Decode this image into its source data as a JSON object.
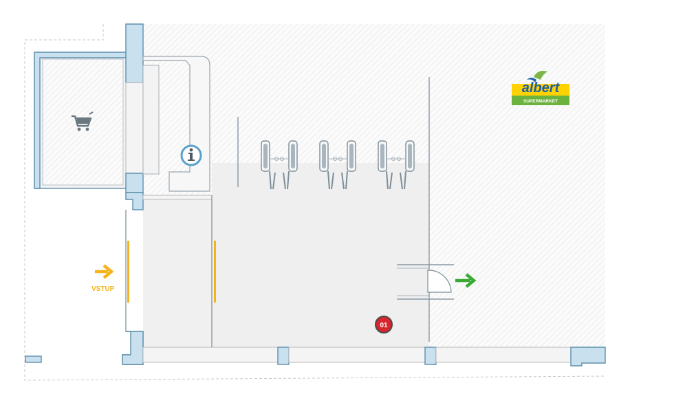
{
  "map": {
    "entrance_label": "VSTUP",
    "store_number": "01",
    "store_brand": {
      "name": "albert",
      "subtitle": "SUPERMARKET",
      "colors": {
        "green": "#6cb33e",
        "blue": "#1e5fa9",
        "yellow": "#ffd200",
        "leaf_green": "#7ab648"
      }
    },
    "icons": [
      "shopping-cart-icon",
      "info-icon",
      "entrance-arrow-icon",
      "exit-arrow-icon",
      "security-gate-icon",
      "door-swing-icon"
    ],
    "colors": {
      "wall_fill": "#c9e0ee",
      "wall_stroke": "#5d8fac",
      "entrance_arrow": "#f5b41b",
      "entrance_door": "#f5b41b",
      "exit_arrow": "#3aaa35",
      "store_badge": "#d7262e",
      "info_ring": "#5aa0cc",
      "floor": "#efefef",
      "hatch": "#f6f6f6"
    }
  }
}
